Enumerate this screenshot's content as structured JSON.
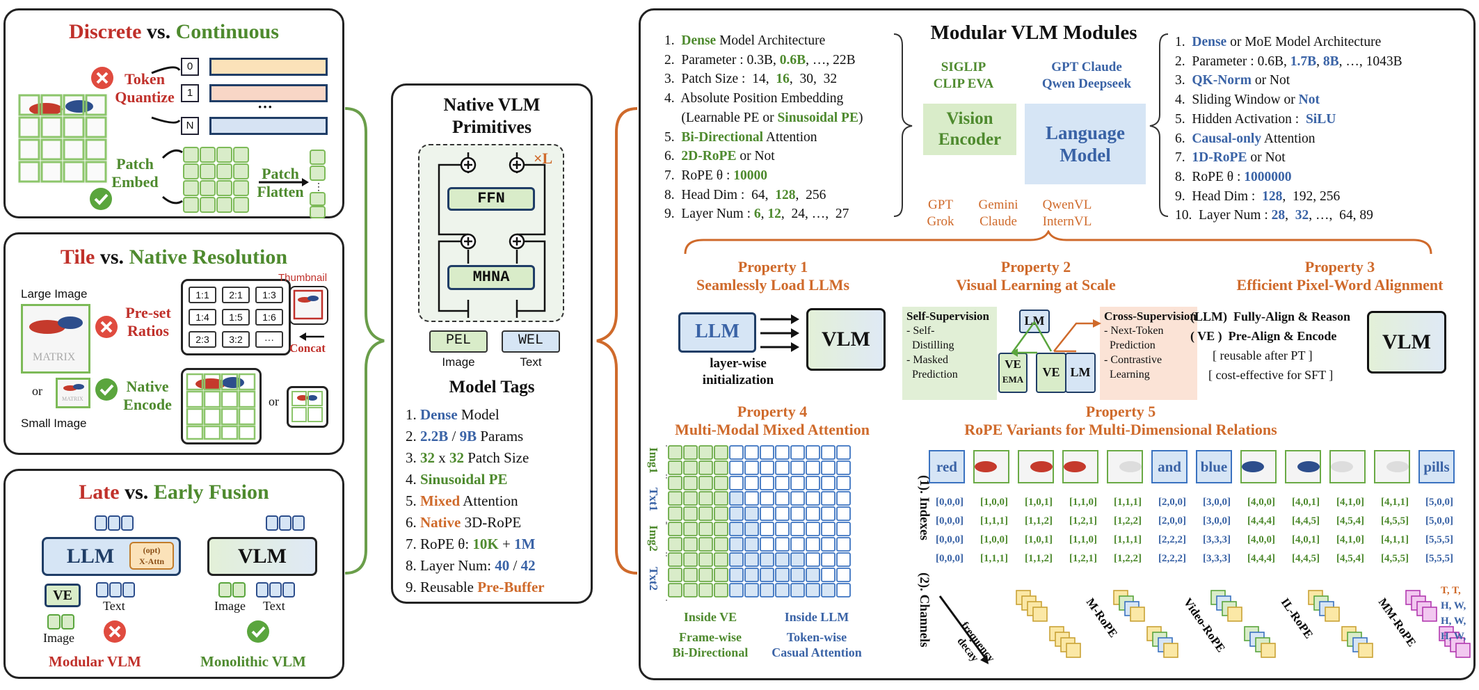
{
  "left": {
    "discrete": {
      "title_a": "Discrete",
      "title_vs": " vs. ",
      "title_b": "Continuous",
      "token_quantize_1": "Token",
      "token_quantize_2": "Quantize",
      "ids": [
        "0",
        "1",
        "N"
      ],
      "ellipsis": "···",
      "patch_embed_1": "Patch",
      "patch_embed_2": "Embed",
      "patch_flatten_1": "Patch",
      "patch_flatten_2": "Flatten",
      "flat_dots": "⋮"
    },
    "tile": {
      "title_a": "Tile",
      "title_vs": " vs. ",
      "title_b": "Native Resolution",
      "large_image": "Large Image",
      "small_image": "Small Image",
      "or1": "or",
      "or2": "or",
      "preset_1": "Pre-set",
      "preset_2": "Ratios",
      "ratios": [
        "1:1",
        "2:1",
        "1:3",
        "1:4",
        "1:5",
        "1:6",
        "2:3",
        "3:2",
        "···"
      ],
      "thumbnail": "Thumbnail",
      "concat": "Concat",
      "native_1": "Native",
      "native_2": "Encode",
      "matrix": "MATRIX"
    },
    "fusion": {
      "title_a": "Late",
      "title_vs": " vs. ",
      "title_b": "Early Fusion",
      "llm": "LLM",
      "opt": "(opt)",
      "xattn": "X-Attn",
      "ve": "VE",
      "text": "Text",
      "image": "Image",
      "vlm": "VLM",
      "image2": "Image",
      "text2": "Text",
      "modular": "Modular VLM",
      "monolithic": "Monolithic VLM"
    }
  },
  "center": {
    "title_1": "Native VLM",
    "title_2": "Primitives",
    "xl": "×L",
    "ffn": "FFN",
    "mhna": "MHNA",
    "plus": "+",
    "pel": "PEL",
    "wel": "WEL",
    "image": "Image",
    "text": "Text",
    "tags_title": "Model Tags",
    "tags": [
      {
        "num": "1.",
        "a": "Dense",
        "b": " Model",
        "ac": "blue"
      },
      {
        "num": "2.",
        "a": "2.2B",
        "b": " / ",
        "c": "9B",
        "d": " Params",
        "ac": "blue",
        "cc": "blue"
      },
      {
        "num": "3.",
        "a": "32",
        "b": " x ",
        "c": "32",
        "d": " Patch Size",
        "ac": "green",
        "cc": "green"
      },
      {
        "num": "4.",
        "a": "Sinusoidal PE",
        "b": "",
        "ac": "green"
      },
      {
        "num": "5.",
        "a": "Mixed",
        "b": " Attention",
        "ac": "orange"
      },
      {
        "num": "6.",
        "a": "Native",
        "b": " 3D-RoPE",
        "ac": "orange"
      },
      {
        "num": "7.",
        "pre": "RoPE θ: ",
        "a": "10K",
        "b": " + ",
        "c": "1M",
        "ac": "green",
        "cc": "blue"
      },
      {
        "num": "8.",
        "pre": "Layer Num: ",
        "a": "40",
        "b": " / ",
        "c": "42",
        "ac": "blue",
        "cc": "blue"
      },
      {
        "num": "9.",
        "pre": "Reusable ",
        "a": "Pre-Buffer",
        "b": "",
        "ac": "orange"
      }
    ]
  },
  "right": {
    "title": "Modular VLM Modules",
    "ve_list": [
      {
        "pre": "1.  ",
        "a": "Dense",
        "b": " Model Architecture",
        "ac": "green"
      },
      {
        "pre": "2.  Parameter : 0.3B, ",
        "a": "0.6B",
        "b": ", …, 22B",
        "ac": "green"
      },
      {
        "pre": "3.  Patch Size :  14,  ",
        "a": "16",
        "b": ",  30,  32",
        "ac": "green"
      },
      {
        "pre": "4.  Absolute Position Embedding",
        "a": "",
        "b": ""
      },
      {
        "pre": "     (Learnable PE or ",
        "a": "Sinusoidal PE",
        "b": ")",
        "ac": "green"
      },
      {
        "pre": "5.  ",
        "a": "Bi-Directional",
        "b": " Attention",
        "ac": "green"
      },
      {
        "pre": "6.  ",
        "a": "2D-RoPE",
        "b": " or Not",
        "ac": "green"
      },
      {
        "pre": "7.  RoPE θ : ",
        "a": "10000",
        "b": "",
        "ac": "green"
      },
      {
        "pre": "8.  Head Dim :  64,  ",
        "a": "128",
        "b": ",  256",
        "ac": "green"
      },
      {
        "pre": "9.  Layer Num : ",
        "a": "6",
        "b": ", ",
        "c": "12",
        "d": ",  24, …,  27",
        "ac": "green",
        "cc": "green"
      }
    ],
    "lm_list": [
      {
        "pre": "1.  ",
        "a": "Dense",
        "b": " or MoE Model Architecture",
        "ac": "blue"
      },
      {
        "pre": "2.  Parameter : 0.6B, ",
        "a": "1.7B",
        "b": ", ",
        "c": "8B",
        "d": ", …, 1043B",
        "ac": "blue",
        "cc": "blue"
      },
      {
        "pre": "3.  ",
        "a": "QK-Norm",
        "b": " or Not",
        "ac": "blue"
      },
      {
        "pre": "4.  Sliding Window or ",
        "a": "Not",
        "b": "",
        "ac": "blue"
      },
      {
        "pre": "5.  Hidden Activation :  ",
        "a": "SiLU",
        "b": "",
        "ac": "blue"
      },
      {
        "pre": "6.  ",
        "a": "Causal-only",
        "b": " Attention",
        "ac": "blue"
      },
      {
        "pre": "7.  ",
        "a": "1D-RoPE",
        "b": " or Not",
        "ac": "blue"
      },
      {
        "pre": "8.  RoPE θ : ",
        "a": "1000000",
        "b": "",
        "ac": "blue"
      },
      {
        "pre": "9.  Head Dim :  ",
        "a": "128",
        "b": ",  192, 256",
        "ac": "blue"
      },
      {
        "pre": "10.  Layer Num : ",
        "a": "28",
        "b": ",  ",
        "c": "32",
        "d": ", …,  64, 89",
        "ac": "blue",
        "cc": "blue"
      }
    ],
    "ve_models_1": "SIGLIP",
    "ve_models_2": "CLIP EVA",
    "lm_models_1": "GPT Claude",
    "lm_models_2": "Qwen Deepseek",
    "vision_encoder_1": "Vision",
    "vision_encoder_2": "Encoder",
    "language_model_1": "Language",
    "language_model_2": "Model",
    "vlm_models": [
      [
        "GPT",
        "Grok"
      ],
      [
        "Gemini",
        "Claude"
      ],
      [
        "QwenVL",
        "InternVL"
      ]
    ],
    "p1": {
      "title": "Property 1",
      "sub": "Seamlessly Load LLMs",
      "llm": "LLM",
      "vlm": "VLM",
      "cap1": "layer-wise",
      "cap2": "initialization"
    },
    "p2": {
      "title": "Property 2",
      "sub": "Visual Learning at Scale",
      "self": "Self-Supervision",
      "self_items": [
        "- Self-",
        "  Distilling",
        "- Masked",
        "  Prediction"
      ],
      "cross": "Cross-Supervision",
      "cross_items": [
        "- Next-Token",
        "  Prediction",
        "- Contrastive",
        "  Learning"
      ],
      "lm": "LM",
      "ve": "VE",
      "ve_ema_1": "VE",
      "ve_ema_2": "EMA",
      "lm2": "LM"
    },
    "p3": {
      "title": "Property 3",
      "sub": "Efficient Pixel-Word Alignment",
      "l1a": "(LLM)",
      "l1b": "Fully-Align & Reason",
      "l2a": "( VE )",
      "l2b": "Pre-Align & Encode",
      "l3": "[ reusable after PT ]",
      "l4": "[ cost-effective for SFT ]",
      "vlm": "VLM"
    },
    "p4": {
      "title": "Property 4",
      "sub": "Multi-Modal Mixed Attention",
      "rows": [
        "Img1",
        "Txt1",
        "Img2",
        "Txt2"
      ],
      "ve": "Inside VE",
      "llm": "Inside LLM",
      "fw1": "Frame-wise",
      "fw2": "Bi-Directional",
      "tw1": "Token-wise",
      "tw2": "Casual Attention"
    },
    "p5": {
      "title": "Property 5",
      "sub": "RoPE Variants for Multi-Dimensional Relations",
      "tokens": [
        "red",
        "",
        "",
        "",
        "",
        "and",
        "blue",
        "",
        "",
        "",
        "",
        "pills"
      ],
      "indexes_label": "(1). Indexes",
      "channels_label": "(2). Channels",
      "index_rows": [
        [
          "[0,0,0]",
          "[1,0,0]",
          "[1,0,1]",
          "[1,1,0]",
          "[1,1,1]",
          "[2,0,0]",
          "[3,0,0]",
          "[4,0,0]",
          "[4,0,1]",
          "[4,1,0]",
          "[4,1,1]",
          "[5,0,0]"
        ],
        [
          "[0,0,0]",
          "[1,1,1]",
          "[1,1,2]",
          "[1,2,1]",
          "[1,2,2]",
          "[2,0,0]",
          "[3,0,0]",
          "[4,4,4]",
          "[4,4,5]",
          "[4,5,4]",
          "[4,5,5]",
          "[5,0,0]"
        ],
        [
          "[0,0,0]",
          "[1,0,0]",
          "[1,0,1]",
          "[1,1,0]",
          "[1,1,1]",
          "[2,2,2]",
          "[3,3,3]",
          "[4,0,0]",
          "[4,0,1]",
          "[4,1,0]",
          "[4,1,1]",
          "[5,5,5]"
        ],
        [
          "[0,0,0]",
          "[1,1,1]",
          "[1,1,2]",
          "[1,2,1]",
          "[1,2,2]",
          "[2,2,2]",
          "[3,3,3]",
          "[4,4,4]",
          "[4,4,5]",
          "[4,5,4]",
          "[4,5,5]",
          "[5,5,5]"
        ]
      ],
      "freq_1": "frequency",
      "freq_2": "decay",
      "variants": [
        "M-RoPE",
        "Video-RoPE",
        "IL-RoPE",
        "MM-RoPE"
      ],
      "mm_letters": [
        "T, T,",
        "H, W,",
        "H, W,",
        "H, W,"
      ]
    }
  },
  "colors": {
    "red": "#c0302a",
    "green": "#4e8a2e",
    "blue": "#3a63a6",
    "orange": "#cf6a2b",
    "green_fill": "#d9ecc9",
    "blue_fill": "#d6e5f5"
  }
}
